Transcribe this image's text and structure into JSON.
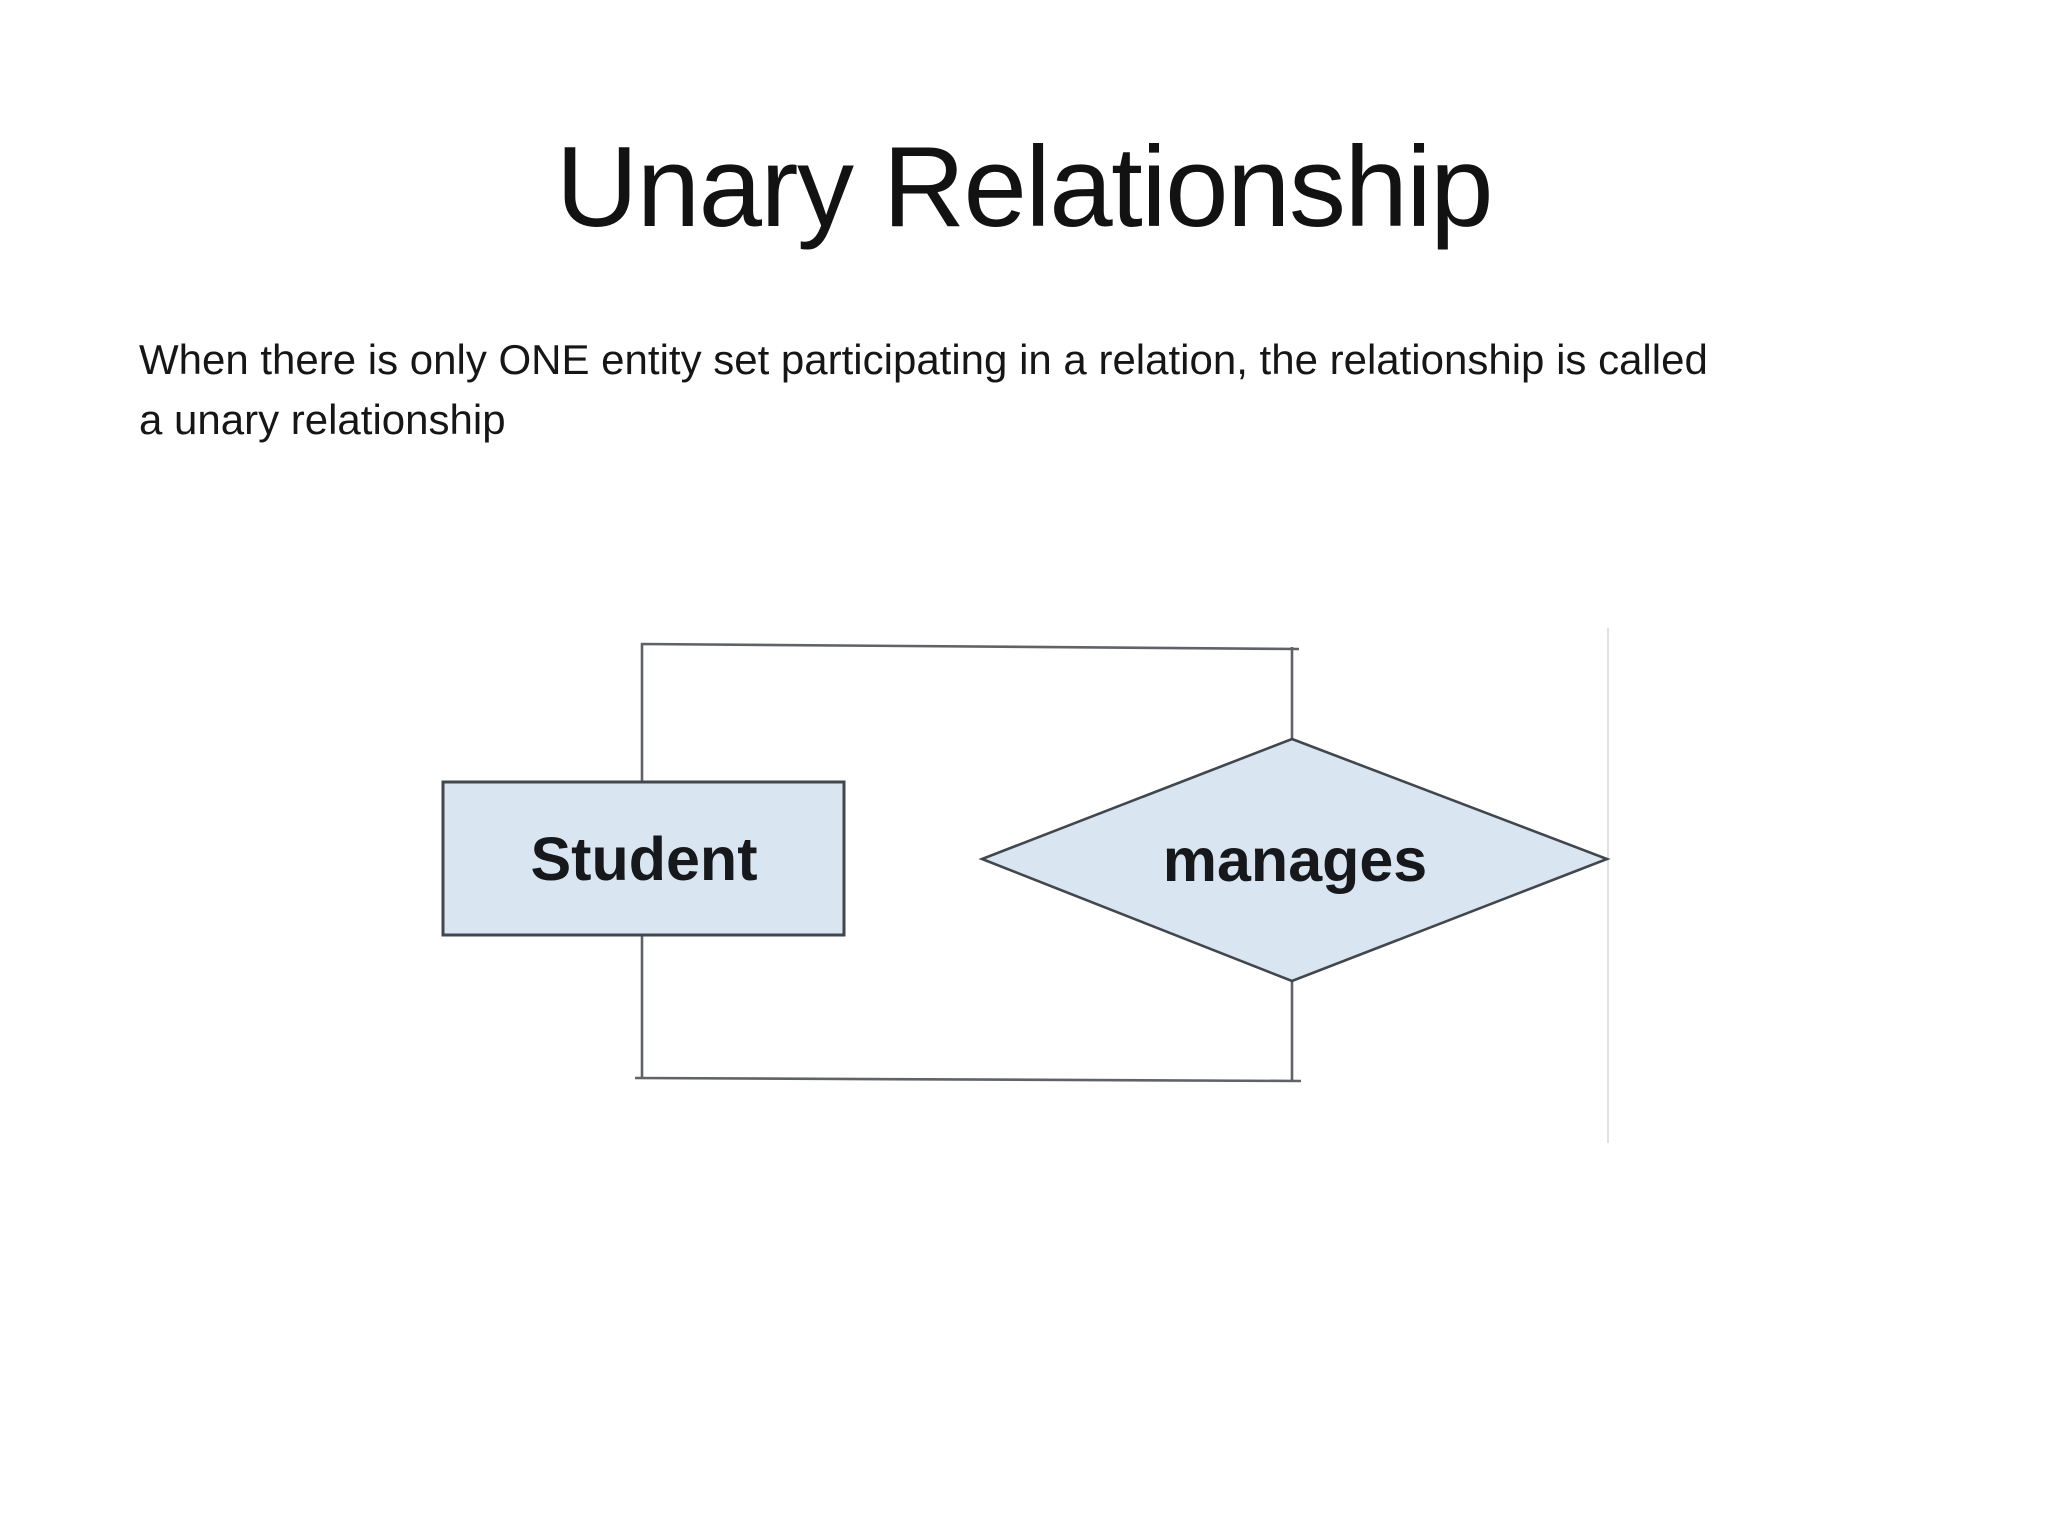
{
  "slide": {
    "title": "Unary Relationship",
    "body_lines": [
      "When there is only ONE entity set participating in a relation, the relationship is called",
      "a unary relationship"
    ],
    "background_color": "#ffffff",
    "text_color": "#121212"
  },
  "diagram": {
    "type": "er-diagram",
    "entity_label": "Student",
    "relationship_label": "manages",
    "connection": "unary loop: Student connects twice to manages",
    "colors": {
      "shape_fill": "#d9e5f1",
      "shape_stroke": "#42474d",
      "connector": "#5f6368",
      "label": "#16181b",
      "image_edge": "#dfe1e3"
    }
  }
}
